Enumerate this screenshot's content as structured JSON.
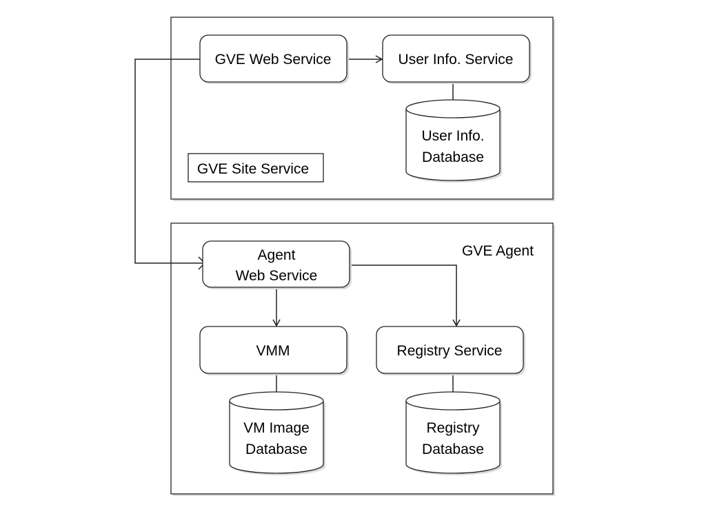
{
  "site_service": {
    "box_label": "GVE Site Service",
    "web_service_label": "GVE Web Service",
    "user_info_service_label": "User Info. Service",
    "user_info_db_line1": "User Info.",
    "user_info_db_line2": "Database"
  },
  "agent": {
    "box_label": "GVE Agent",
    "web_service_line1": "Agent",
    "web_service_line2": "Web Service",
    "vmm_label": "VMM",
    "registry_service_label": "Registry Service",
    "vm_image_db_line1": "VM Image",
    "vm_image_db_line2": "Database",
    "registry_db_line1": "Registry",
    "registry_db_line2": "Database"
  },
  "colors": {
    "line": "#222222",
    "background": "#ffffff",
    "shadow": "#d9d9d9"
  }
}
